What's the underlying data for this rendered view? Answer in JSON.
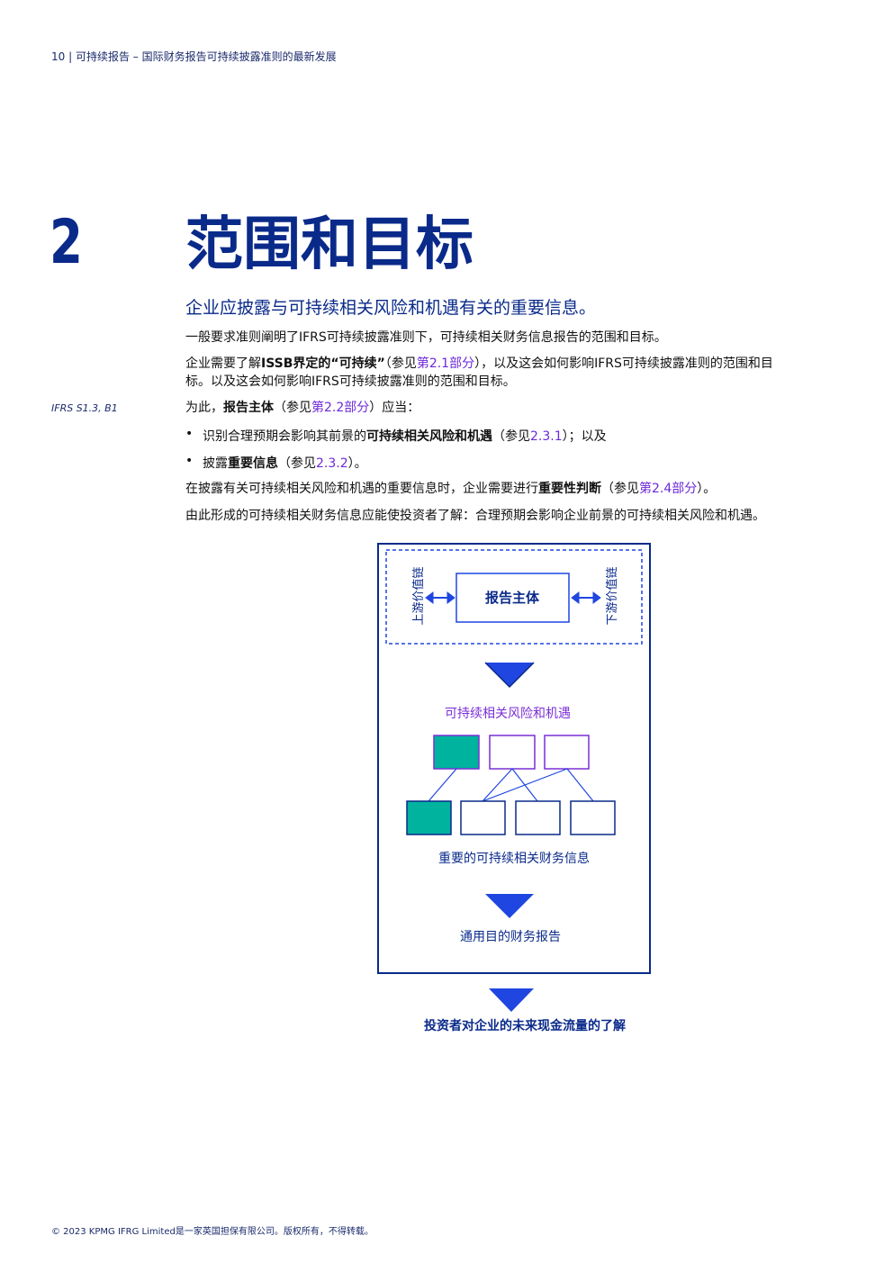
{
  "header": {
    "text": "10 | 可持续报告 – 国际财务报告可持续披露准则的最新发展"
  },
  "chapter": {
    "number": "2",
    "title": "范围和目标"
  },
  "subtitle": "企业应披露与可持续相关风险和机遇有关的重要信息。",
  "para1": "一般要求准则阐明了IFRS可持续披露准则下，可持续相关财务信息报告的范围和目标。",
  "para2": {
    "a": "企业需要了解",
    "b_bold": "ISSB界定的“可持续”",
    "c": "（参见",
    "link": "第2.1部分",
    "d": "），以及这会如何影响IFRS可持续披露准则的范围和目",
    "line2": "标。以及这会如何影响IFRS可持续披露准则的范围和目标。"
  },
  "side_ref": "IFRS S1.3, B1",
  "para3": {
    "a": "为此，",
    "b_bold": "报告主体",
    "c": "（参见",
    "link": "第2.2部分",
    "d": "）应当："
  },
  "bullets": [
    {
      "dot": "•",
      "a": "识别合理预期会影响其前景的",
      "b_bold": "可持续相关风险和机遇",
      "c": "（参见",
      "link": "2.3.1",
      "d": "）；以及"
    },
    {
      "dot": "•",
      "a": "披露",
      "b_bold": "重要信息",
      "c": "（参见",
      "link": "2.3.2",
      "d": "）。"
    }
  ],
  "para4": {
    "a": "在披露有关可持续相关风险和机遇的重要信息时，企业需要进行",
    "b_bold": "重要性判断",
    "c": "（参见",
    "link": "第2.4部分",
    "d": "）。"
  },
  "para5": "由此形成的可持续相关财务信息应能使投资者了解：合理预期会影响企业前景的可持续相关风险和机遇。",
  "diagram": {
    "upstream": "上游价值链",
    "downstream": "下游价值链",
    "entity": "报告主体",
    "risks": "可持续相关风险和机遇",
    "material": "重要的可持续相关财务信息",
    "gpfr": "通用目的财务报告",
    "investors": "投资者对企业的未来现金流量的了解",
    "colors": {
      "navy": "#0a2a8a",
      "blue": "#1f46e0",
      "purple": "#7a2fd6",
      "teal": "#00b39f"
    }
  },
  "footer": "© 2023 KPMG IFRG Limited是一家英国担保有限公司。版权所有，不得转载。"
}
